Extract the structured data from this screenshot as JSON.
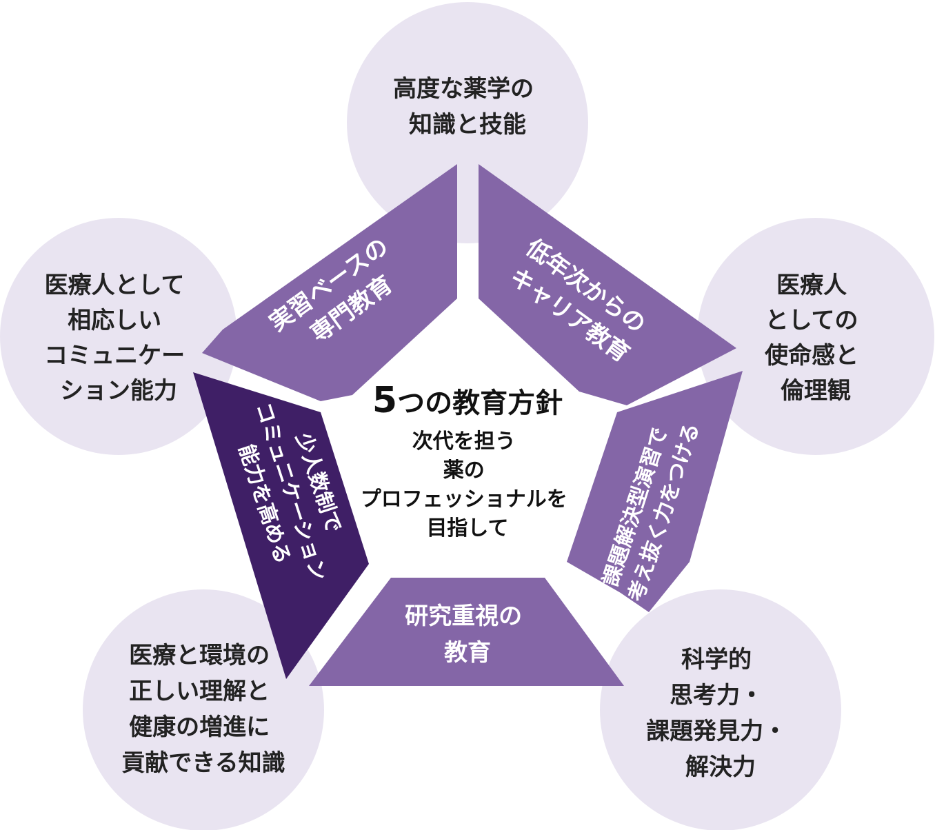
{
  "colors": {
    "circle": "#e9e4f1",
    "segment": "#8466a7",
    "segment_dark": "#3f1f66",
    "circle_text": "#222222",
    "segment_text": "#ffffff"
  },
  "circles": [
    {
      "id": "top",
      "lines": [
        "高度な薬学の",
        "知識と技能"
      ]
    },
    {
      "id": "right",
      "lines": [
        "医療人",
        "としての",
        "使命感と",
        "倫理観"
      ]
    },
    {
      "id": "bottom-right",
      "lines": [
        "科学的",
        "思考力・",
        "課題発見力・",
        "解決力"
      ]
    },
    {
      "id": "bottom-left",
      "lines": [
        "医療と環境の",
        "正しい理解と",
        "健康の増進に",
        "貢献できる知識"
      ]
    },
    {
      "id": "left",
      "lines": [
        "医療人として",
        "相応しい",
        "コミュニケー",
        "ション能力"
      ]
    }
  ],
  "segments": [
    {
      "id": "upper-left",
      "lines": [
        "実習ベースの",
        "専門教育"
      ]
    },
    {
      "id": "upper-right",
      "lines": [
        "低年次からの",
        "キャリア教育"
      ]
    },
    {
      "id": "right",
      "lines": [
        "課題解決型演習で",
        "考え抜く力をつける"
      ]
    },
    {
      "id": "bottom",
      "lines": [
        "研究重視の",
        "教育"
      ]
    },
    {
      "id": "left",
      "lines": [
        "少人数制で",
        "コミュニケーション",
        "能力を高める"
      ]
    }
  ],
  "center": {
    "title_number": "5",
    "title_text": "つの教育方針",
    "subtitle_lines": [
      "次代を担う",
      "薬の",
      "プロフェッショナルを",
      "目指して"
    ]
  }
}
